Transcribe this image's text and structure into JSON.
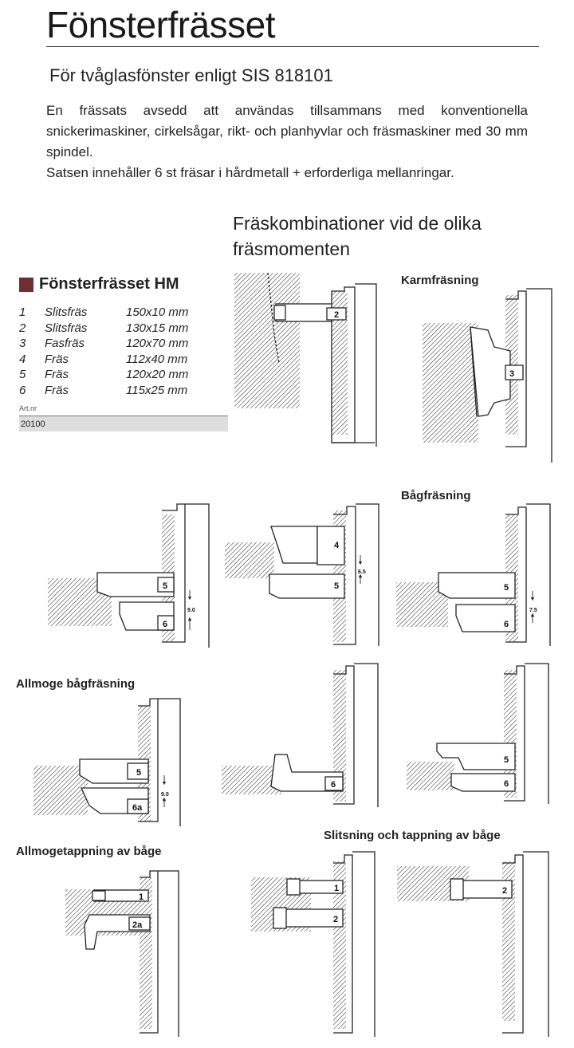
{
  "header": {
    "title": "Fönsterfrässet",
    "subtitle": "För tvåglasfönster enligt SIS 818101"
  },
  "intro": {
    "paragraph_1": "En frässats avsedd att användas tillsammans med konventionella snickerimaskiner, cirkelsågar, rikt- och planhyvlar och fräsmaskiner med 30 mm spindel.",
    "paragraph_2": "Satsen innehåller 6 st fräsar i hårdmetall + erforderliga mellanringar."
  },
  "combinations_heading": "Fräskombinationer vid de olika fräsmomenten",
  "kit": {
    "heading": "Fönsterfrässet HM",
    "swatch_color": "#6e2f33",
    "cutters": [
      {
        "num": "1",
        "type": "Slitsfräs",
        "size": "150x10 mm"
      },
      {
        "num": "2",
        "type": "Slitsfräs",
        "size": "130x15 mm"
      },
      {
        "num": "3",
        "type": "Fasfräs",
        "size": "120x70 mm"
      },
      {
        "num": "4",
        "type": "Fräs",
        "size": "112x40 mm"
      },
      {
        "num": "5",
        "type": "Fräs",
        "size": "120x20 mm"
      },
      {
        "num": "6",
        "type": "Fräs",
        "size": "115x25 mm"
      }
    ],
    "artnr_label": "Art.nr",
    "artnr_value": "20100"
  },
  "sections": {
    "karmfrasning": "Karmfräsning",
    "bagfrasning": "Bågfräsning",
    "allmoge_bagfrasning": "Allmoge bågfräsning",
    "allmogetappning": "Allmogetappning av båge",
    "slitsning": "Slitsning och tappning av båge"
  },
  "diagram_labels": {
    "d1_cutter": "2",
    "d2_cutter": "3",
    "d3_cutter_a": "5",
    "d3_cutter_b": "6",
    "d3_gap": "9.0",
    "d4_cutter_a": "4",
    "d4_cutter_b": "5",
    "d4_gap": "6.5",
    "d5_cutter_a": "5",
    "d5_cutter_b": "6",
    "d5_gap": "7.5",
    "d6_cutter_a": "5",
    "d6_cutter_b": "6a",
    "d6_gap": "9.0",
    "d7_cutter": "6",
    "d8_cutter_a": "5",
    "d8_cutter_b": "6",
    "d9_cutter_a": "1",
    "d9_cutter_b": "2a",
    "d10_cutter_a": "1",
    "d10_cutter_b": "2",
    "d11_cutter": "2"
  }
}
